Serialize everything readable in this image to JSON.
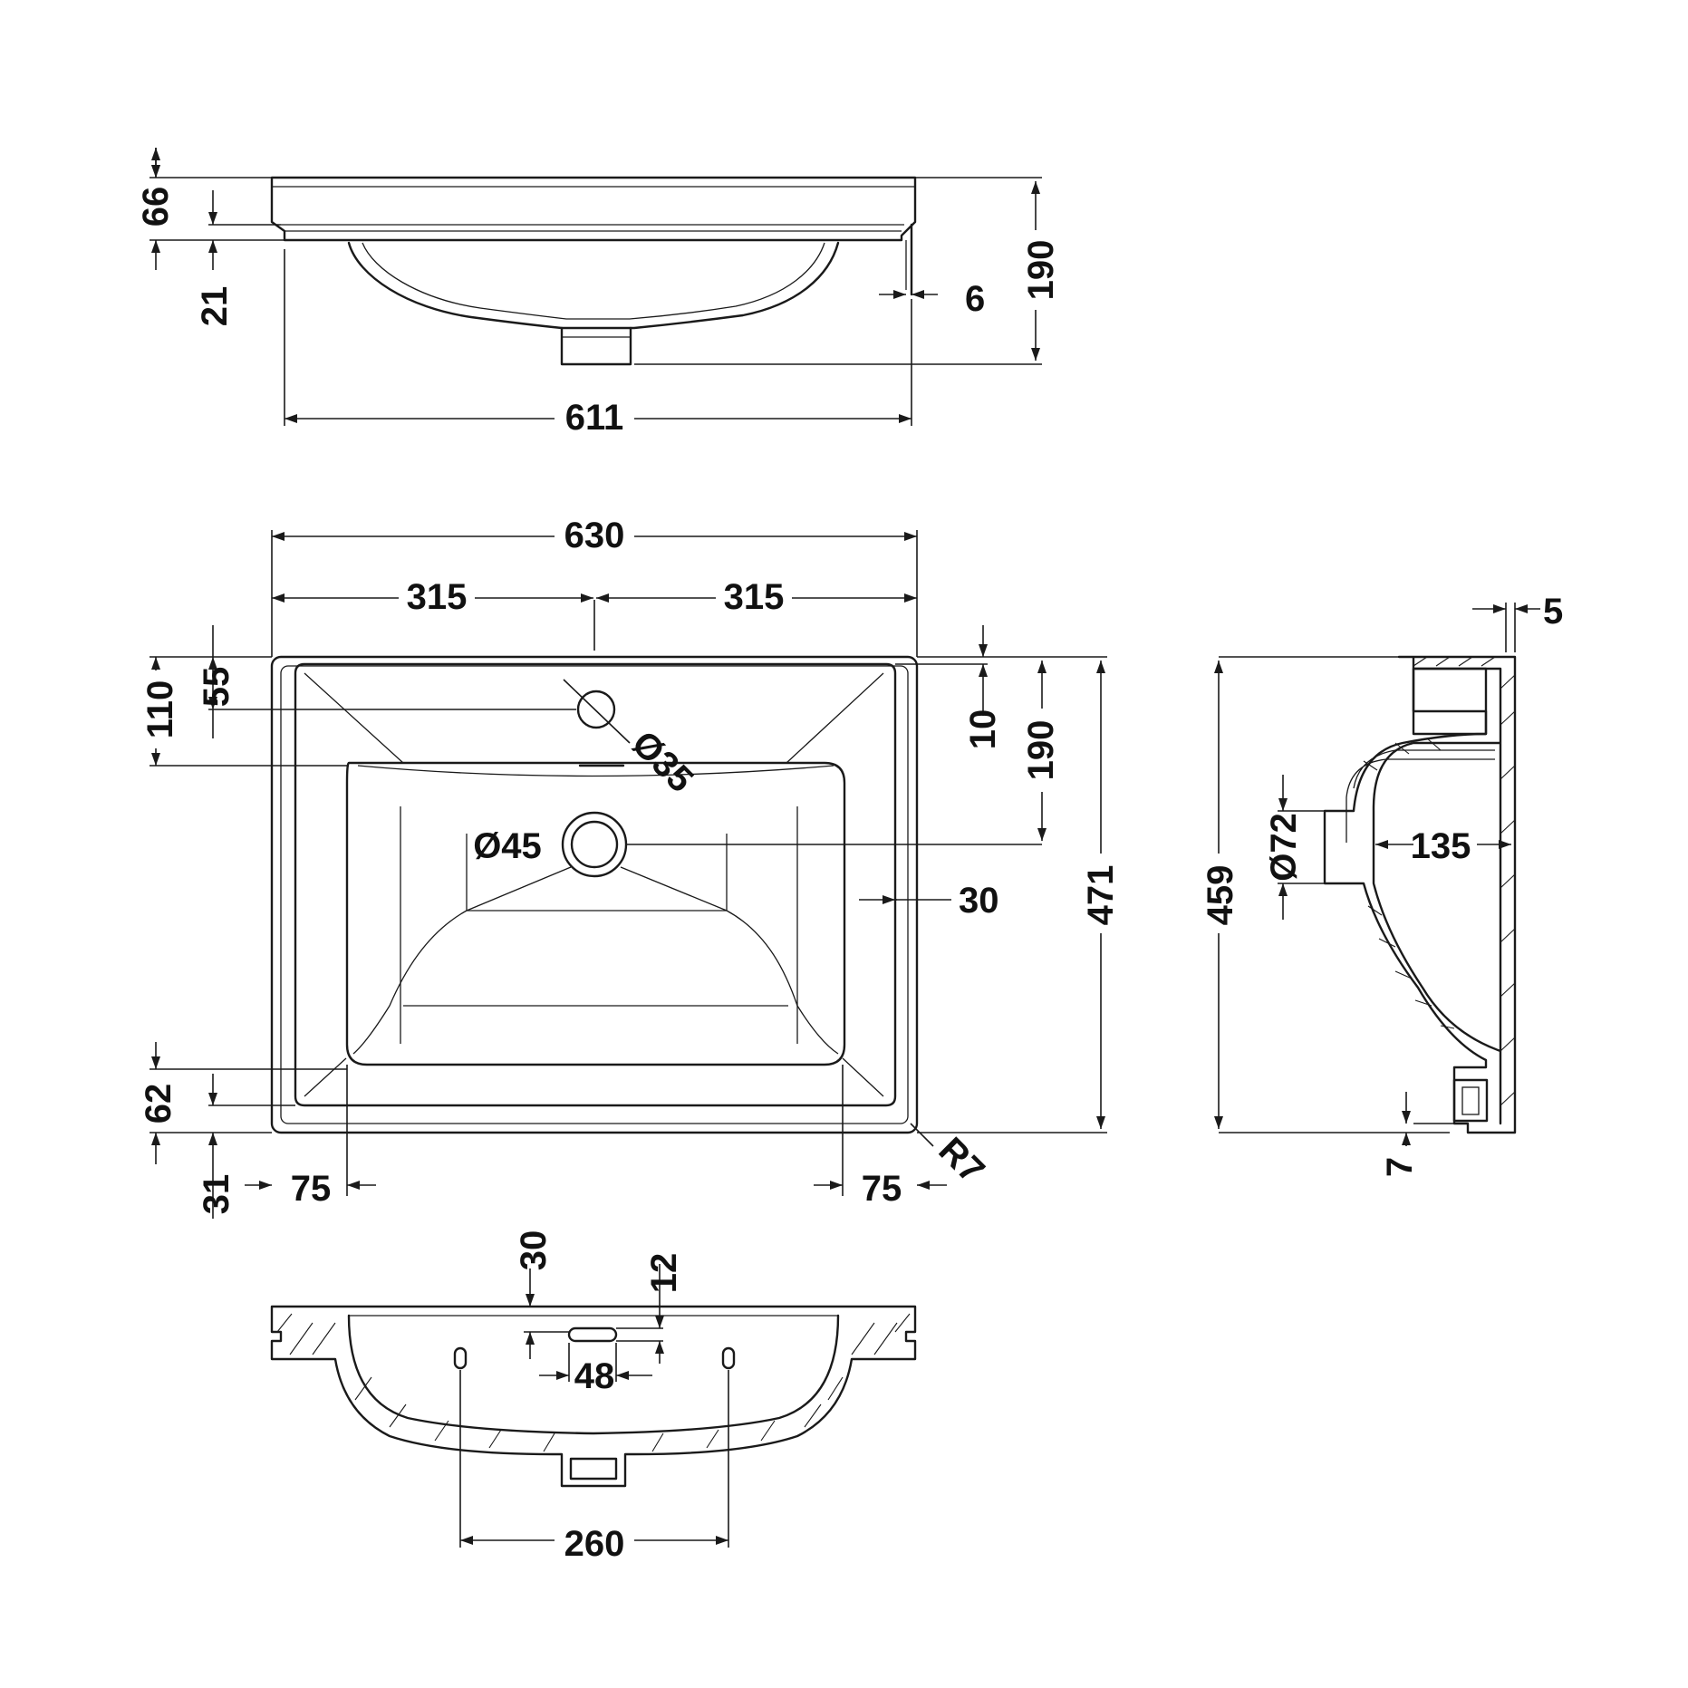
{
  "colors": {
    "line": "#1a1a1a",
    "background": "#ffffff"
  },
  "front_view": {
    "overall_height": "190",
    "flange_height": "66",
    "lip_offset": "21",
    "wall_thickness": "6",
    "bowl_width": "611"
  },
  "plan_view": {
    "overall_width": "630",
    "half_width_left": "315",
    "half_width_right": "315",
    "tap_hole_offset": "55",
    "rim_depth": "110",
    "back_edge": "10",
    "waste_offset": "190",
    "overall_depth": "471",
    "tap_hole_dia": "Ø35",
    "waste_dia": "Ø45",
    "side_rim": "30",
    "front_rim": "62",
    "front_lip": "31",
    "side_left": "75",
    "side_right": "75",
    "corner_radius": "R7"
  },
  "side_view": {
    "top_lip": "5",
    "height": "459",
    "overflow_dia": "Ø72",
    "projection": "135",
    "foot": "7"
  },
  "section_view": {
    "fixing_depth": "30",
    "slot_height": "12",
    "slot_width": "48",
    "fixing_centres": "260"
  }
}
